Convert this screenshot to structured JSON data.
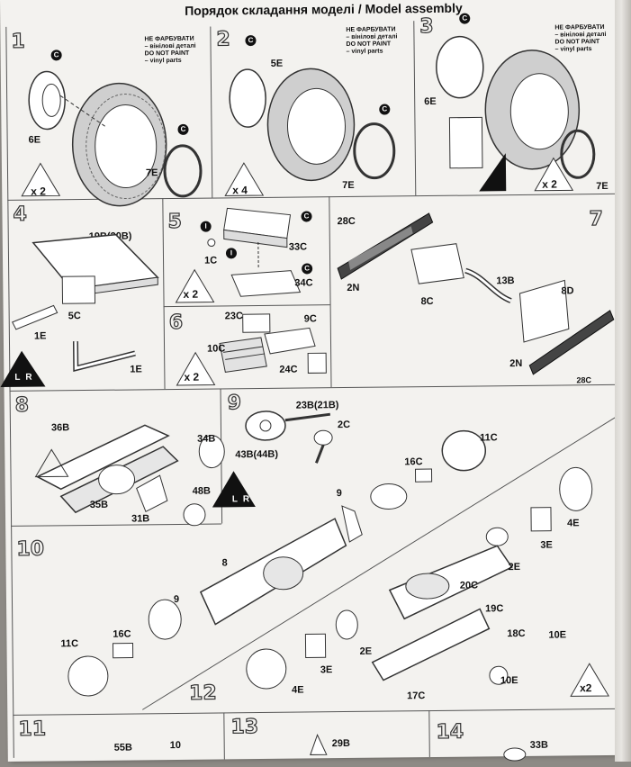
{
  "page_title": "Порядок складання моделі / Model assembly",
  "paint_note": [
    "НЕ ФАРБУВАТИ",
    "– вінілові деталі",
    "DO NOT PAINT",
    "– vinyl parts"
  ],
  "badge_c": "C",
  "badge_i": "I",
  "steps": {
    "s1": {
      "num": "1",
      "parts": [
        "6E",
        "7E"
      ],
      "mult": "x 2"
    },
    "s2": {
      "num": "2",
      "parts": [
        "5E",
        "7E"
      ],
      "mult": "x 4"
    },
    "s3": {
      "num": "3",
      "parts": [
        "6E",
        "7E"
      ],
      "mult": "x 2"
    },
    "s4": {
      "num": "4",
      "parts": [
        "19B(20B)",
        "5C",
        "1E",
        "1E"
      ],
      "lr": [
        "L",
        "R"
      ]
    },
    "s5": {
      "num": "5",
      "parts": [
        "1C",
        "33C",
        "34C"
      ],
      "mult": "x 2"
    },
    "s6": {
      "num": "6",
      "parts": [
        "23C",
        "9C",
        "10C",
        "24C"
      ],
      "mult": "x 2"
    },
    "s7": {
      "num": "7",
      "parts": [
        "28C",
        "2N",
        "8C",
        "13B",
        "8D",
        "2N",
        "28C"
      ]
    },
    "s8": {
      "num": "8",
      "parts": [
        "36B",
        "34B",
        "35B",
        "31B",
        "48B"
      ]
    },
    "s9": {
      "num": "9",
      "parts": [
        "23B(21B)",
        "2C",
        "43B(44B)"
      ],
      "lr": [
        "L",
        "R"
      ]
    },
    "s10": {
      "num": "10",
      "parts": [
        "9",
        "16C",
        "11C",
        "4E",
        "3E",
        "2E",
        "8",
        "9",
        "16C",
        "11C"
      ]
    },
    "s12": {
      "num": "12",
      "parts": [
        "20C",
        "19C",
        "2E",
        "3E",
        "4E",
        "18C",
        "10E",
        "17C",
        "10E"
      ],
      "mult": "x2"
    },
    "s11": {
      "num": "11",
      "parts": [
        "55B",
        "10"
      ]
    },
    "s13": {
      "num": "13",
      "parts": [
        "29B"
      ]
    },
    "s14": {
      "num": "14",
      "parts": [
        "33B"
      ]
    }
  }
}
